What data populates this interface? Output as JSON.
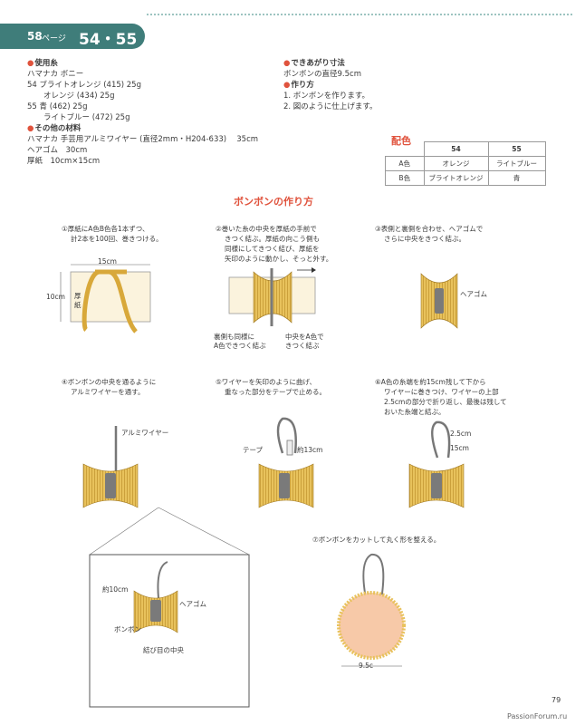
{
  "header": {
    "page_ref": "58",
    "page_suffix": "ページ",
    "model_nums": "54・55"
  },
  "materials": {
    "heading": "使用糸",
    "brand": "ハマナカ ボニー",
    "line54": "54 ブライトオレンジ (415) 25g",
    "line54b": "オレンジ (434) 25g",
    "line55": "55 青 (462) 25g",
    "line55b": "ライトブルー (472) 25g"
  },
  "other": {
    "heading": "その他の材料",
    "l1": "ハマナカ 手芸用アルミワイヤー (直径2mm・H204-633)　 35cm",
    "l2": "ヘアゴム　30cm",
    "l3": "厚紙　10cm×15cm"
  },
  "size": {
    "heading": "できあがり寸法",
    "text": "ボンボンの直径9.5cm"
  },
  "howto": {
    "heading": "作り方",
    "s1": "1. ボンボンを作ります。",
    "s2": "2. 図のように仕上げます。"
  },
  "colors": {
    "title": "配色",
    "headers": [
      "",
      "54",
      "55"
    ],
    "rows": [
      [
        "A色",
        "オレンジ",
        "ライトブルー"
      ],
      [
        "B色",
        "ブライトオレンジ",
        "青"
      ]
    ]
  },
  "section_title": "ボンボンの作り方",
  "steps": {
    "s1a": "①厚紙にA色B色各1本ずつ、",
    "s1b": "計2本を100回、巻きつける。",
    "s2a": "②巻いた糸の中央を厚紙の手前で",
    "s2b": "きつく結ぶ。厚紙の向こう側も",
    "s2c": "同様にしてきつく結び、厚紙を",
    "s2d": "矢印のように動かし、そっと外す。",
    "s3a": "③表側と裏側を合わせ、ヘアゴムで",
    "s3b": "さらに中央をきつく結ぶ。",
    "s4a": "④ボンボンの中央を通るように",
    "s4b": "アルミワイヤーを通す。",
    "s5a": "⑤ワイヤーを矢印のように曲げ、",
    "s5b": "重なった部分をテープで止める。",
    "s6a": "⑥A色の糸端を約15cm残して下から",
    "s6b": "ワイヤーに巻きつけ、ワイヤーの上部",
    "s6c": "2.5cmの部分で折り返し、最後は残して",
    "s6d": "おいた糸端と結ぶ。",
    "s7": "⑦ボンボンをカットして丸く形を整える。"
  },
  "labels": {
    "w15": "15cm",
    "h10": "10cm",
    "card": "厚紙",
    "back": "裏側も同様に",
    "back2": "A色できつく結ぶ",
    "center": "中央をA色で",
    "center2": "きつく結ぶ",
    "hairtie": "ヘアゴム",
    "wire": "アルミワイヤー",
    "tape": "テープ",
    "approx13": "約13cm",
    "d25": "2.5cm",
    "d15": "15cm",
    "approx10": "約10cm",
    "hairtie2": "ヘアゴム",
    "pompom": "ボンボン",
    "knotcenter": "結び目の中央",
    "d95": "9.5c"
  },
  "page_number": "79",
  "watermark": "PassionForum.ru",
  "colors_palette": {
    "accent": "#e0533d",
    "teal": "#3f7d7a",
    "yarn": "#e8c25c",
    "yarn_dark": "#a07820",
    "circle": "#f7c9a8"
  }
}
